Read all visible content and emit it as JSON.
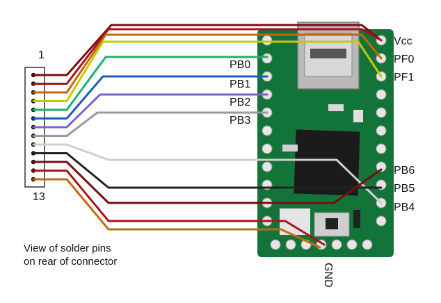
{
  "connector": {
    "first_pin": "1",
    "last_pin": "13"
  },
  "note": {
    "line1": "View of solder pins",
    "line2": "on rear of connector"
  },
  "pins": {
    "vcc": "Vcc",
    "pf0": "PF0",
    "pf1": "PF1",
    "pb0": "PB0",
    "pb1": "PB1",
    "pb2": "PB2",
    "pb3": "PB3",
    "pb6": "PB6",
    "pb5": "PB5",
    "pb4": "PB4",
    "gnd": "GND"
  },
  "colors": {
    "board": "#13743a",
    "chip": "#1b1b1b",
    "wire_darkred": "#7a0c0c",
    "wire_orange": "#c06a10",
    "wire_yellow": "#c8c800",
    "wire_green": "#1cb26a",
    "wire_blue": "#1a5bbf",
    "wire_purple": "#7a64c8",
    "wire_gray": "#9a9a9a",
    "wire_lightgray": "#cfcfcf",
    "wire_black": "#222222",
    "wire_red": "#a8121c"
  }
}
